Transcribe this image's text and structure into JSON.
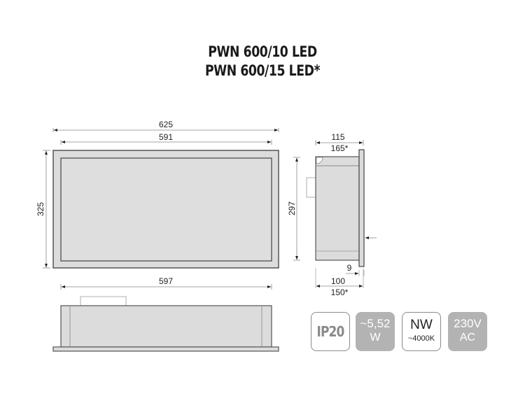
{
  "title": {
    "line1": "PWN 600/10 LED",
    "line2": "PWN 600/15 LED*"
  },
  "front_view": {
    "width_outer": "625",
    "width_inner": "591",
    "height_outer": "325",
    "height_inner": "297"
  },
  "side_view": {
    "depth_top": "115",
    "depth_top_alt": "165*",
    "flange": "9",
    "depth_bottom": "100",
    "depth_bottom_alt": "150*"
  },
  "bottom_view": {
    "width": "597"
  },
  "badges": [
    {
      "name": "ip-rating",
      "main": "IP20",
      "sub": "",
      "style": "outline"
    },
    {
      "name": "power",
      "main": "~5,52",
      "sub": "W",
      "style": "filled"
    },
    {
      "name": "color-temperature",
      "main": "NW",
      "sub": "~4000K",
      "style": "outline"
    },
    {
      "name": "voltage",
      "main": "230V",
      "sub": "AC",
      "style": "filled"
    }
  ],
  "colors": {
    "body_fill": "#dcdcdc",
    "outline": "#555555",
    "badge_gray": "#b3b3b3",
    "badge_border": "#8a8a8a"
  }
}
